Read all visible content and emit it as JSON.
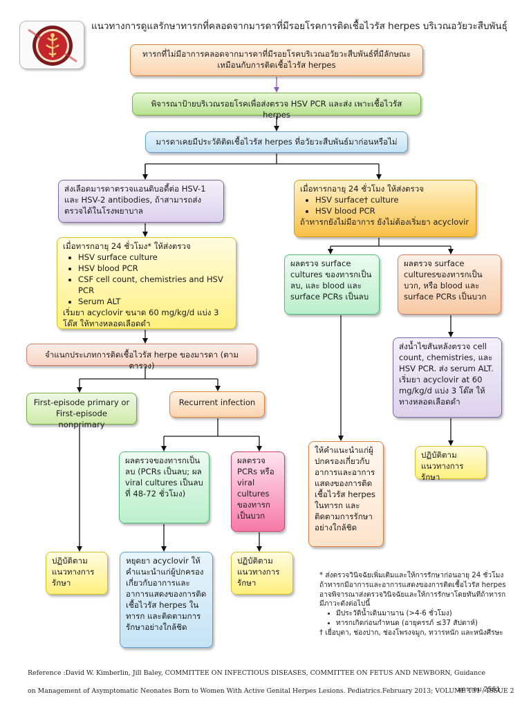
{
  "title": "แนวทางการดูแลรักษาทารกที่คลอดจากมารดาที่มีรอยโรคการติดเชื้อไวรัส herpes บริเวณอวัยวะสืบพันธุ์",
  "logo_icon": "hospital-seal-icon",
  "boxes": {
    "start": "ทารกที่ไม่มีอาการคลอดจากมารดาที่มีรอยโรคบริเวณอวัยวะสืบพันธ์ที่มีลักษณะเหมือนกับการติดเชื้อไวรัส herpes",
    "consider": "พิจารณาป้ายบริเวณรอยโรคเพื่อส่งตรวจ HSV PCR และส่ง เพาะเชื้อไวรัส herpes",
    "question": "มารดาเคยมีประวัติติดเชื้อไวรัส herpes ที่อวัยวะสืบพันธ์มาก่อนหรือไม่",
    "antibody": "ส่งเลือดมารดาตรวจแอนติบอดี้ต่อ HSV-1 และ HSV-2 antibodies, ถ้าสามารถส่งตรวจได้ในโรงพยาบาล",
    "right24": {
      "intro": "เมื่อทารกอายุ 24 ชั่วโมง ให้ส่งตรวจ",
      "items": [
        "HSV surface† culture",
        "HSV blood PCR"
      ],
      "outro": "ถ้าทารกยังไม่มีอาการ ยังไม่ต้องเริ่มยา acyclovir"
    },
    "left24": {
      "intro": "เมื่อทารกอายุ 24 ชั่วโมง* ให้ส่งตรวจ",
      "items": [
        "HSV surface culture",
        "HSV blood PCR",
        "CSF cell count, chemistries and HSV PCR",
        "Serum ALT"
      ],
      "outro": "เริ่มยา acyclovir ขนาด 60 mg/kg/d แบ่ง 3 โด๊ส ให้ทางหลอดเลือดดำ"
    },
    "neg_right": "ผลตรวจ surface cultures ของทารกเป็นลบ, และ blood และ surface PCRs เป็นลบ",
    "pos_right": "ผลตรวจ surface culturesของทารกเป็นบวก, หรือ blood และ surface PCRs เป็นบวก",
    "classify": "จำแนกประเภทการติดเชื้อไวรัส herpe ของมารดา (ตามตาราง)",
    "csf_right": "ส่งน้ำไขสันหลังตรวจ cell count, chemistries, และ HSV PCR. ส่ง serum ALT. เริ่มยา acyclovir at 60 mg/kg/d แบ่ง 3 โด๊ส ให้ทางหลอดเลือดดำ",
    "first_episode": "First-episode primary or First-episode nonprimary",
    "recurrent": "Recurrent infection",
    "follow_right": "ปฏิบัติตามแนวทางการรักษา",
    "neg_recurrent": "ผลตรวจของทารกเป็นลบ (PCRs เป็นลบ; ผล viral cultures เป็นลบที่ 48-72 ชั่วโมง)",
    "pos_recurrent": "ผลตรวจ PCRs หรือ viral cultures ของทารกเป็นบวก",
    "advise_right": "ให้คำแนะนำแก่ผู้ปกครองเกี่ยวกับอาการและอาการแสดงของการติดเชื้อไวรัส herpes ในทารก และติดตามการรักษาอย่างใกล้ชิด",
    "follow_first": "ปฏิบัติตามแนวทางการรักษา",
    "stop_acyclovir": "หยุดยา acyclovir ให้คำแนะนำแก่ผู้ปกครองเกี่ยวกับอาการและอาการแสดงของการติดเชื้อไวรัส herpes ในทารก และติดตามการรักษาอย่างใกล้ชิด",
    "follow_pos": "ปฏิบัติตามแนวทางการรักษา"
  },
  "footnote": {
    "star": "* ส่งตรวจวินิจฉัยเพิ่มเติมและให้การรักษาก่อนอายุ 24 ชั่วโมง ถ้าทารกมีอาการและอาการแสดงของการติดเชื้อไวรัส herpes อาจพิจารณาส่งตรวจวินิจฉัยและให้การรักษาโดยทันทีถ้าทารกมีภาวะดังต่อไปนี้",
    "bullets": [
      "มีประวัติน้ำเดินมานาน (>4-6 ชั่วโมง)",
      "ทารกเกิดก่อนกำหนด (อายุครรภ์ ≤37 สัปดาห์)"
    ],
    "dagger": "† เยื่อบุตา, ช่องปาก, ช่องโพรงจมูก, ทวารหนัก และหนังศีรษะ"
  },
  "reference": {
    "line1": "Reference :David W. Kimberlin, Jill Baley, COMMITTEE ON INFECTIOUS DISEASES, COMMITTEE ON FETUS AND NEWBORN, Guidance",
    "line2": "on Management of Asymptomatic Neonates Born to Women With Active Genital Herpes Lesions. Pediatrics.February 2013; VOLUME 131 / ISSUE 2"
  },
  "date": "มกราคม 2561"
}
